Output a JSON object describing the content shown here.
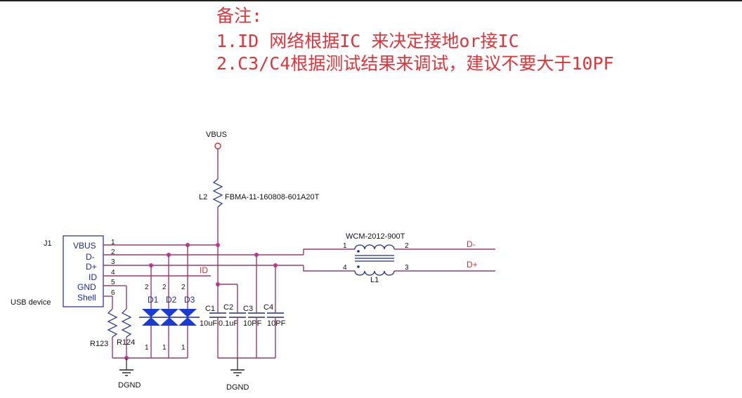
{
  "notes": {
    "title": "备注:",
    "line1": "1.ID 网络根据IC 来决定接地or接IC",
    "line2": "2.C3/C4根据测试结果来调试，建议不要大于10PF"
  },
  "vbus_label": "VBUS",
  "l2": {
    "ref": "L2",
    "part": "FBMA-11-160808-601A20T"
  },
  "l1": {
    "ref": "L1",
    "part": "WCM-2012-900T",
    "pin1": "1",
    "pin2": "2",
    "pin3": "3",
    "pin4": "4"
  },
  "j1": {
    "ref": "J1",
    "type": "USB device",
    "pins": [
      "VBUS",
      "D-",
      "D+",
      "ID",
      "GND",
      "Shell"
    ],
    "pin_numbers": [
      "1",
      "2",
      "3",
      "4",
      "5",
      "6"
    ]
  },
  "nets": {
    "id": "ID",
    "dminus": "D-",
    "dplus": "D+",
    "dgnd": "DGND"
  },
  "diodes": [
    "D1",
    "D2",
    "D3"
  ],
  "diode_pin_top": "2",
  "diode_pin_bottom": "1",
  "caps": [
    {
      "ref": "C1",
      "value": "10uF"
    },
    {
      "ref": "C2",
      "value": "0.1uF"
    },
    {
      "ref": "C3",
      "value": "10PF"
    },
    {
      "ref": "C4",
      "value": "10PF"
    }
  ],
  "resistors": [
    "R123",
    "R124"
  ],
  "colors": {
    "note": "#e0343a",
    "wire": "#9b3a6a",
    "component": "#1a2a9a",
    "diode_fill": "#1a3bd6"
  }
}
